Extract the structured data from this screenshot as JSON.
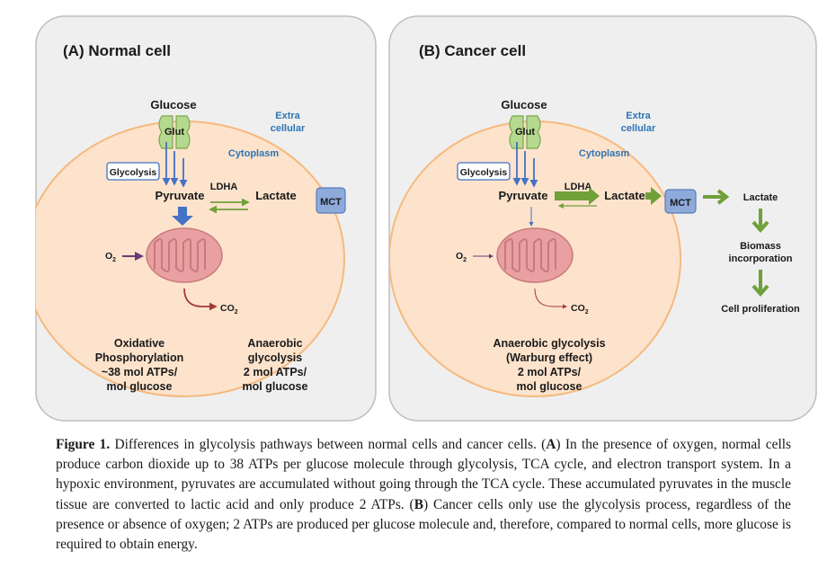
{
  "panels": {
    "normal": {
      "title": "(A) Normal cell",
      "glucose": "Glucose",
      "glut": "Glut",
      "extra": [
        "Extra",
        "cellular"
      ],
      "cytoplasm": "Cytoplasm",
      "glycolysis": "Glycolysis",
      "pyruvate": "Pyruvate",
      "ldha": "LDHA",
      "lactate": "Lactate",
      "mct": "MCT",
      "o2": "O",
      "co2": "CO",
      "subscript2": "2",
      "oxidative": [
        "Oxidative",
        "Phosphorylation",
        "~38 mol ATPs/",
        "mol glucose"
      ],
      "anaerobic": [
        "Anaerobic",
        "glycolysis",
        "2 mol ATPs/",
        "mol glucose"
      ]
    },
    "cancer": {
      "title": "(B) Cancer cell",
      "glucose": "Glucose",
      "glut": "Glut",
      "extra": [
        "Extra",
        "cellular"
      ],
      "cytoplasm": "Cytoplasm",
      "glycolysis": "Glycolysis",
      "pyruvate": "Pyruvate",
      "ldha": "LDHA",
      "lactate": "Lactate",
      "mct": "MCT",
      "lactate_out": "Lactate",
      "biomass": [
        "Biomass",
        "incorporation"
      ],
      "proliferation": "Cell proliferation",
      "o2": "O",
      "co2": "CO",
      "subscript2": "2",
      "warburg": [
        "Anaerobic glycolysis",
        "(Warburg effect)",
        "2 mol ATPs/",
        "mol glucose"
      ]
    }
  },
  "caption": {
    "label": "Figure 1.",
    "text1": " Differences in glycolysis pathways between normal cells and cancer cells. (",
    "a": "A",
    "text2": ") In the presence of oxygen, normal cells produce carbon dioxide up to 38 ATPs per glucose molecule through glycolysis, TCA cycle, and electron transport system. In a hypoxic environment, pyruvates are accumulated without going through the TCA cycle. These accumulated pyruvates in the muscle tissue are converted to lactic acid and only produce 2 ATPs. (",
    "b": "B",
    "text3": ") Cancer cells only use the glycolysis process, regardless of the presence or absence of oxygen; 2 ATPs are produced per glucose molecule and, therefore, compared to normal cells, more glucose is required to obtain energy."
  },
  "colors": {
    "panel_bg": "#efefef",
    "cell_fill": "#fde3cc",
    "cell_stroke": "#f6b97e",
    "blue_arrow": "#4472c4",
    "green_arrow": "#70a03a",
    "mito_fill": "#e8a0a2",
    "mct_fill": "#8eaadb",
    "glut_fill": "#b5d98f"
  }
}
